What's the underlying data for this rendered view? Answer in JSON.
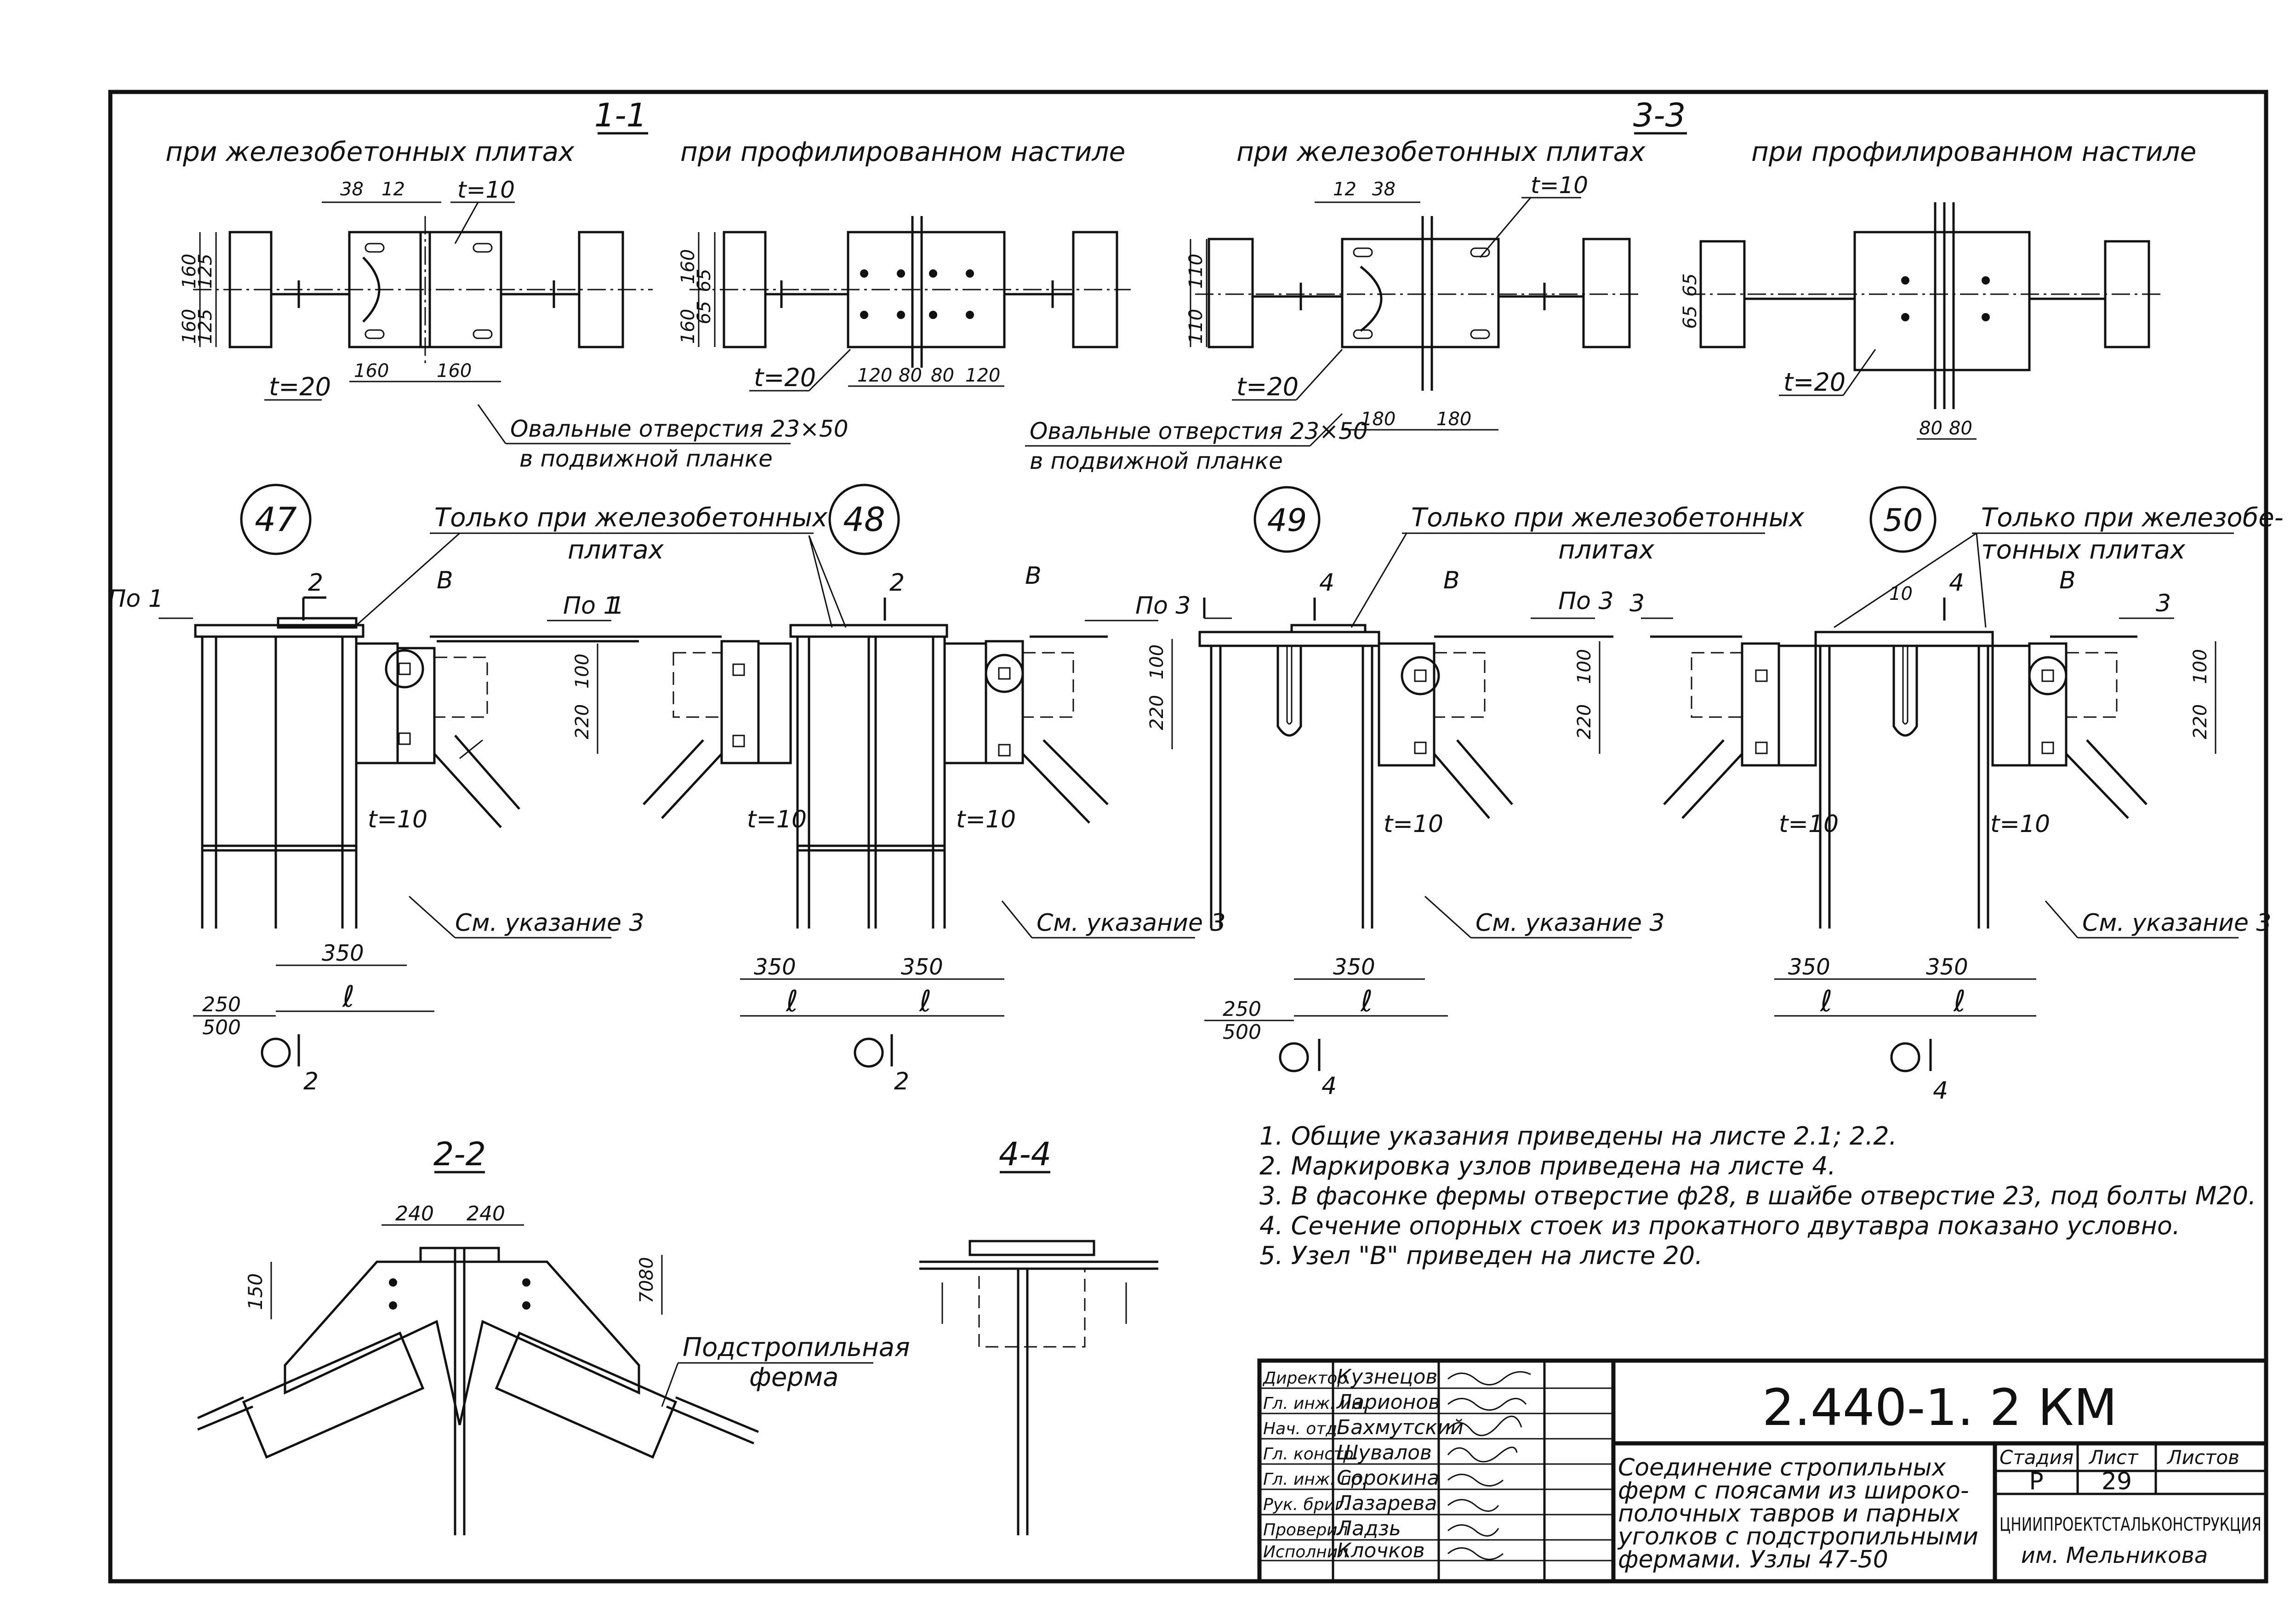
{
  "sections": {
    "s11": {
      "title": "1-1",
      "left_caption": "при железобетонных плитах",
      "right_caption": "при профилированном настиле",
      "dims_left_top": [
        "38",
        "12"
      ],
      "t10": "t=10",
      "dims_left_v": [
        "160",
        "125",
        "160",
        "125"
      ],
      "t20_a": "t=20",
      "dims_left_bottom": [
        "160",
        "160"
      ],
      "dims_right_v": [
        "160",
        "65",
        "65",
        "160"
      ],
      "t20_b": "t=20",
      "dims_right_bottom": [
        "120",
        "80",
        "80",
        "120"
      ],
      "note1": "Овальные отверстия 23×50",
      "note2": "в подвижной планке"
    },
    "s33": {
      "title": "3-3",
      "left_caption": "при железобетонных плитах",
      "right_caption": "при профилированном настиле",
      "dims_left_top": [
        "12",
        "38"
      ],
      "t10": "t=10",
      "dims_left_v": [
        "110",
        "110"
      ],
      "t20_a": "t=20",
      "dims_left_bottom": [
        "180",
        "180"
      ],
      "dims_right_v": [
        "65",
        "65"
      ],
      "t20_b": "t=20",
      "dims_right_bottom": [
        "80",
        "80"
      ],
      "note1": "Овальные отверстия 23×50",
      "note2": "в подвижной планке"
    }
  },
  "nodes": [
    {
      "number": "47",
      "lead1": "Только при железобетонных",
      "lead2": "плитах",
      "cut": "2",
      "label_b": "В",
      "left_mark": "По 1",
      "right_mark": "По 1",
      "dim100": "100",
      "dim220": "220",
      "t10": "t=10",
      "see_note": "См. указание 3",
      "dim350": "350",
      "ell": "ℓ",
      "dim250": "250",
      "dim500": "500",
      "cut_bottom": "2"
    },
    {
      "number": "48",
      "cut": "2",
      "label_b": "В",
      "left_mark": "1",
      "right_mark": "По 3",
      "dim100": "100",
      "dim220": "220",
      "t10a": "t=10",
      "t10b": "t=10",
      "see_note": "См. указание 3",
      "dim350a": "350",
      "dim350b": "350",
      "ell_a": "ℓ",
      "ell_b": "ℓ",
      "cut_bottom": "2"
    },
    {
      "number": "49",
      "lead1": "Только при железобетонных",
      "lead2": "плитах",
      "cut": "4",
      "label_b": "В",
      "right_mark": "По 3",
      "dim100": "100",
      "dim220": "220",
      "t10": "t=10",
      "see_note": "См. указание 3",
      "dim350": "350",
      "ell": "ℓ",
      "dim250": "250",
      "dim500": "500",
      "cut_bottom": "4"
    },
    {
      "number": "50",
      "lead1": "Только при железобе-",
      "lead2": "тонных плитах",
      "cut": "4",
      "dim10": "10",
      "label_b": "В",
      "left_mark": "3",
      "right_mark": "3",
      "dim100": "100",
      "dim220": "220",
      "t10a": "t=10",
      "t10b": "t=10",
      "see_note": "См. указание 3",
      "dim350a": "350",
      "dim350b": "350",
      "ell_a": "ℓ",
      "ell_b": "ℓ",
      "cut_bottom": "4"
    }
  ],
  "section22": {
    "title": "2-2",
    "dims_top": [
      "240",
      "240"
    ],
    "dim_left": "150",
    "dims_right": [
      "70",
      "80"
    ],
    "truss_label1": "Подстропильная",
    "truss_label2": "ферма"
  },
  "section44": {
    "title": "4-4"
  },
  "notes": [
    "1. Общие указания приведены на листе 2.1; 2.2.",
    "2. Маркировка узлов приведена на листе 4.",
    "3. В фасонке фермы отверстие ф28, в шайбе отверстие 23, под болты М20.",
    "4. Сечение опорных стоек из прокатного двутавра показано условно.",
    "5. Узел \"В\" приведен на листе 20."
  ],
  "title_block": {
    "staff": [
      {
        "role": "Директор",
        "name": "Кузнецов"
      },
      {
        "role": "Гл. инж. ин.",
        "name": "Ларионов"
      },
      {
        "role": "Нач. отд.",
        "name": "Бахмутский"
      },
      {
        "role": "Гл. констр.",
        "name": "Шувалов"
      },
      {
        "role": "Гл. инж. пр.",
        "name": "Сорокина"
      },
      {
        "role": "Рук. бриг.",
        "name": "Лазарева"
      },
      {
        "role": "Проверил",
        "name": "Ладзь"
      },
      {
        "role": "Исполнил",
        "name": "Клочков"
      }
    ],
    "code": "2.440-1. 2 КМ",
    "description": [
      "Соединение стропильных",
      "ферм с поясами из широко-",
      "полочных тавров и парных",
      "уголков с подстропильными",
      "фермами. Узлы 47-50"
    ],
    "stage_label": "Стадия",
    "sheet_label": "Лист",
    "sheets_label": "Листов",
    "stage": "Р",
    "sheet": "29",
    "org1": "ЦНИИПРОЕКТСТАЛЬКОНСТРУКЦИЯ",
    "org2": "им. Мельникова"
  }
}
